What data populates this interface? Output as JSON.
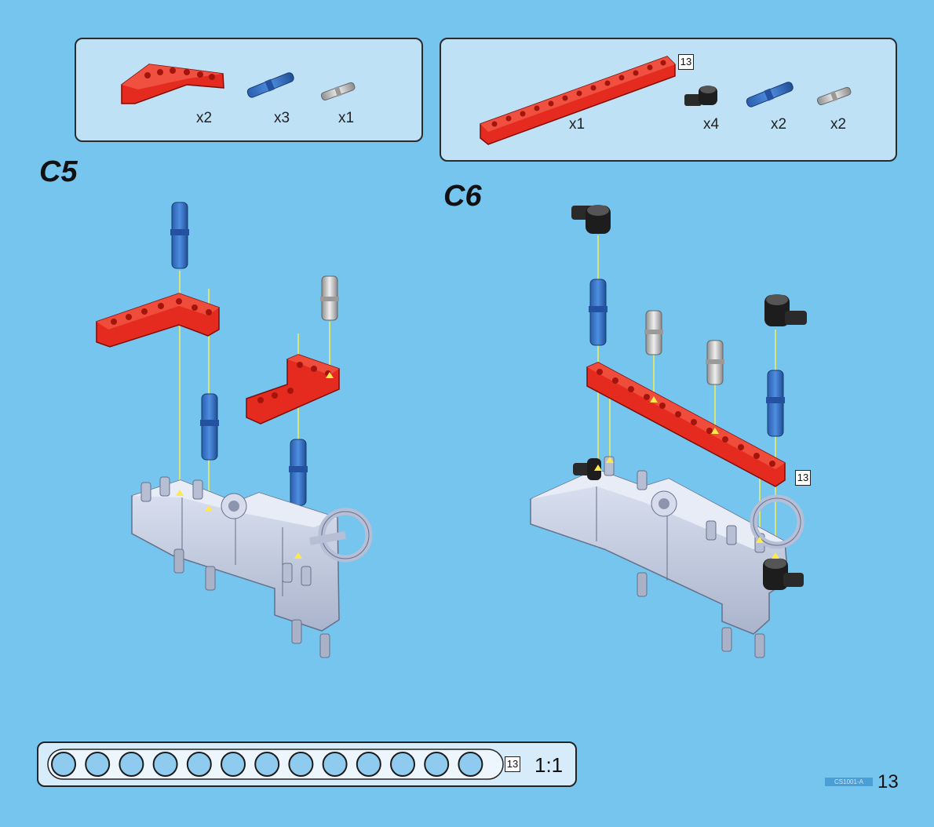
{
  "box_left": {
    "items": [
      {
        "qty": "x2"
      },
      {
        "qty": "x3"
      },
      {
        "qty": "x1"
      }
    ]
  },
  "box_right": {
    "beam_badge": "13",
    "items": [
      {
        "qty": "x1"
      },
      {
        "qty": "x4"
      },
      {
        "qty": "x2"
      },
      {
        "qty": "x2"
      }
    ]
  },
  "steps": {
    "c5": "C5",
    "c6": "C6"
  },
  "assembly_c6": {
    "beam_badge": "13"
  },
  "ruler": {
    "badge": "13",
    "scale": "1:1",
    "hole_count": 13
  },
  "footer": {
    "code": "CS1001-A",
    "page_number": "13"
  },
  "colors": {
    "background": "#76c5ee",
    "beam_red": "#e52b20",
    "pin_blue": "#2e6fc7",
    "pin_gray": "#c9c9c9",
    "connector_black": "#2a2a2a",
    "frame_gray": "#c7cfe3"
  }
}
